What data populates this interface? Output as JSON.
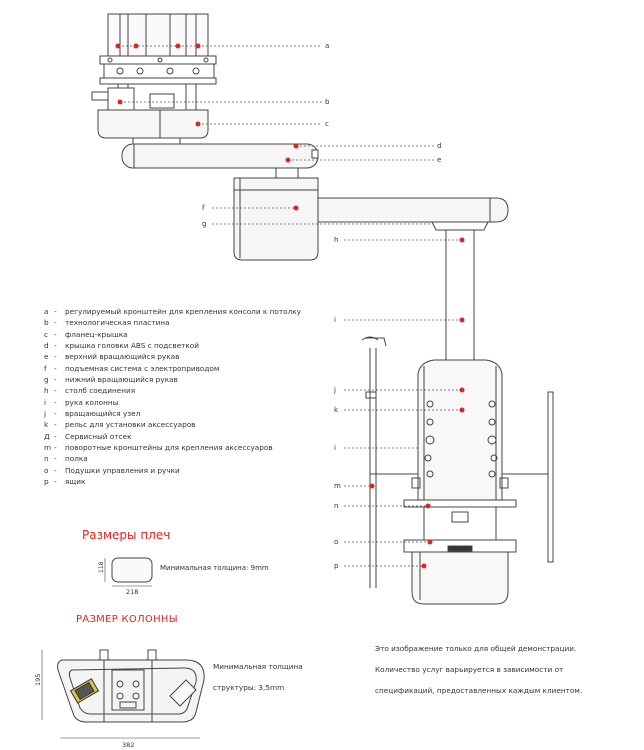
{
  "callouts": [
    "a",
    "b",
    "c",
    "d",
    "e",
    "f",
    "g",
    "h",
    "i",
    "j",
    "k",
    "i",
    "m",
    "n",
    "o",
    "p"
  ],
  "legend": [
    {
      "key": "a",
      "text": "регулируемый кронштейн для крепления консоли к потолку"
    },
    {
      "key": "b",
      "text": "технологическая пластина"
    },
    {
      "key": "c",
      "text": "фланец-крышка"
    },
    {
      "key": "d",
      "text": "крышка головки ABS с подсветкой"
    },
    {
      "key": "e",
      "text": "верхний вращающийся рукав"
    },
    {
      "key": "f",
      "text": "подъемная система с электроприводом"
    },
    {
      "key": "g",
      "text": "нижний вращающийся рукав"
    },
    {
      "key": "h",
      "text": "столб соединения"
    },
    {
      "key": "i",
      "text": "рука колонны"
    },
    {
      "key": "j",
      "text": "вращающийся узел"
    },
    {
      "key": "k",
      "text": "рельс для установки аксессуаров"
    },
    {
      "key": "Д",
      "text": "Сервисный отсек"
    },
    {
      "key": "m",
      "text": "поворотные кронштейны для крепления аксессуаров"
    },
    {
      "key": "n",
      "text": "полка"
    },
    {
      "key": "o",
      "text": "Подушки управления и ручки"
    },
    {
      "key": "p",
      "text": "ящик"
    }
  ],
  "arm_dims": {
    "title": "Размеры плеч",
    "width": "218",
    "height": "118",
    "thickness": "Минимальная толщина: 9mm"
  },
  "column_dims": {
    "title": "РАЗМЕР КОЛОННЫ",
    "width": "382",
    "height": "195",
    "thickness_line1": "Минимальная    толщина",
    "thickness_line2": "структуры: 3,5mm"
  },
  "disclaimer": [
    "Это изображение только для общей демонстрации.",
    "Количество услуг варьируется в зависимости от",
    "спецификаций, предоставленных каждым клиентом."
  ],
  "colors": {
    "accent": "#e02424",
    "line": "#444444",
    "fill": "#f4f4f4"
  }
}
